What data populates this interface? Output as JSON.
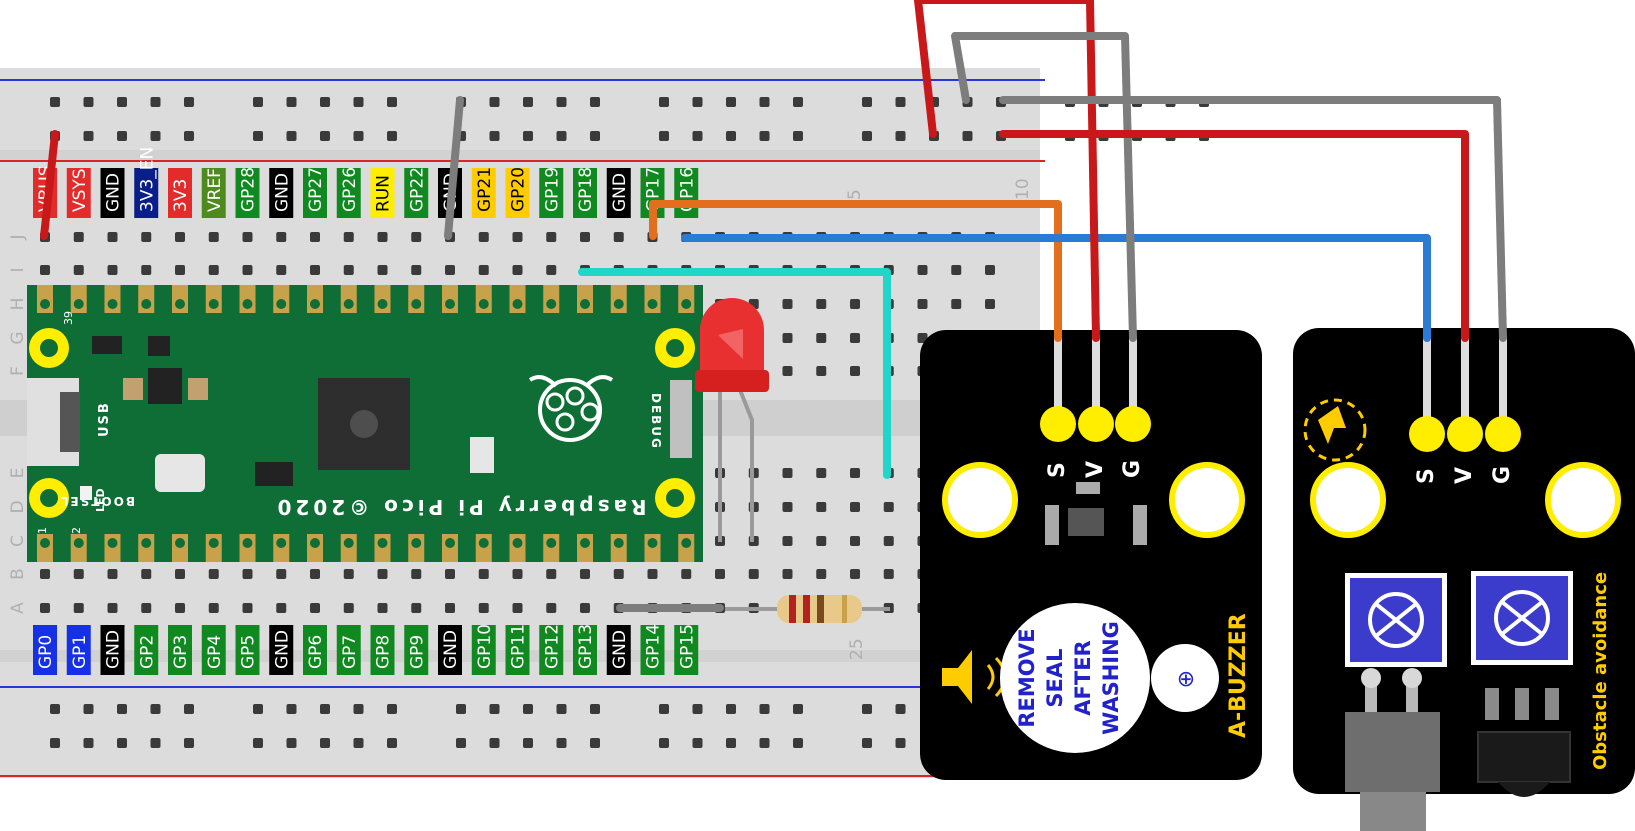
{
  "colors": {
    "breadboard": "#dcdcdc",
    "board_green": "#0f6e36",
    "module_black": "#000000",
    "header_yellow": "#ffee00",
    "wire_red": "#c8181a",
    "wire_grey": "#7d7d7d",
    "wire_orange": "#e36f1e",
    "wire_blue": "#2a7bd6",
    "wire_cyan": "#20d6c8",
    "rail_blue": "#2636d8",
    "rail_red": "#d82626",
    "label_text_yellow": "#ffcc00",
    "buzzer_text": "#2222cc"
  },
  "breadboard": {
    "column_numbers": [
      "5",
      "10",
      "25"
    ],
    "row_letters": [
      "J",
      "I",
      "H",
      "G",
      "F",
      "E",
      "D",
      "C",
      "B",
      "A"
    ]
  },
  "pico": {
    "top_pins": [
      {
        "label": "VBUS",
        "color": "#e32b2b"
      },
      {
        "label": "VSYS",
        "color": "#e32b2b"
      },
      {
        "label": "GND",
        "color": "#000000"
      },
      {
        "label": "3V3_EN",
        "color": "#0a1e8a"
      },
      {
        "label": "3V3",
        "color": "#e32b2b"
      },
      {
        "label": "VREF",
        "color": "#4f8a1f"
      },
      {
        "label": "GP28",
        "color": "#108a20"
      },
      {
        "label": "GND",
        "color": "#000000"
      },
      {
        "label": "GP27",
        "color": "#108a20"
      },
      {
        "label": "GP26",
        "color": "#108a20"
      },
      {
        "label": "RUN",
        "color": "#ffee00"
      },
      {
        "label": "GP22",
        "color": "#108a20"
      },
      {
        "label": "GND",
        "color": "#000000"
      },
      {
        "label": "GP21",
        "color": "#ffcc00"
      },
      {
        "label": "GP20",
        "color": "#ffcc00"
      },
      {
        "label": "GP19",
        "color": "#108a20"
      },
      {
        "label": "GP18",
        "color": "#108a20"
      },
      {
        "label": "GND",
        "color": "#000000"
      },
      {
        "label": "GP17",
        "color": "#108a20"
      },
      {
        "label": "GP16",
        "color": "#108a20"
      }
    ],
    "bottom_pins": [
      {
        "label": "GP0",
        "color": "#1530e6"
      },
      {
        "label": "GP1",
        "color": "#1530e6"
      },
      {
        "label": "GND",
        "color": "#000000"
      },
      {
        "label": "GP2",
        "color": "#108a20"
      },
      {
        "label": "GP3",
        "color": "#108a20"
      },
      {
        "label": "GP4",
        "color": "#108a20"
      },
      {
        "label": "GP5",
        "color": "#108a20"
      },
      {
        "label": "GND",
        "color": "#000000"
      },
      {
        "label": "GP6",
        "color": "#108a20"
      },
      {
        "label": "GP7",
        "color": "#108a20"
      },
      {
        "label": "GP8",
        "color": "#108a20"
      },
      {
        "label": "GP9",
        "color": "#108a20"
      },
      {
        "label": "GND",
        "color": "#000000"
      },
      {
        "label": "GP10",
        "color": "#108a20"
      },
      {
        "label": "GP11",
        "color": "#108a20"
      },
      {
        "label": "GP12",
        "color": "#108a20"
      },
      {
        "label": "GP13",
        "color": "#108a20"
      },
      {
        "label": "GND",
        "color": "#000000"
      },
      {
        "label": "GP14",
        "color": "#108a20"
      },
      {
        "label": "GP15",
        "color": "#108a20"
      }
    ],
    "silk": {
      "name": "Raspberry Pi Pico ©2020",
      "usb": "USB",
      "led": "LED",
      "bootsel": "BOOTSEL",
      "debug": "DEBUG",
      "pin39": "39",
      "pin1": "1",
      "pin2": "2"
    }
  },
  "buzzer_module": {
    "title": "A-BUZZER",
    "pins": [
      "S",
      "V",
      "G"
    ],
    "seal_text": [
      "REMOVE",
      "SEAL",
      "AFTER",
      "WASHING"
    ],
    "plus": "⊕",
    "icon": "speaker-icon"
  },
  "obstacle_module": {
    "title": "Obstacle avoidance",
    "pins": [
      "S",
      "V",
      "G"
    ],
    "icon": "obstacle-sensor-icon"
  }
}
